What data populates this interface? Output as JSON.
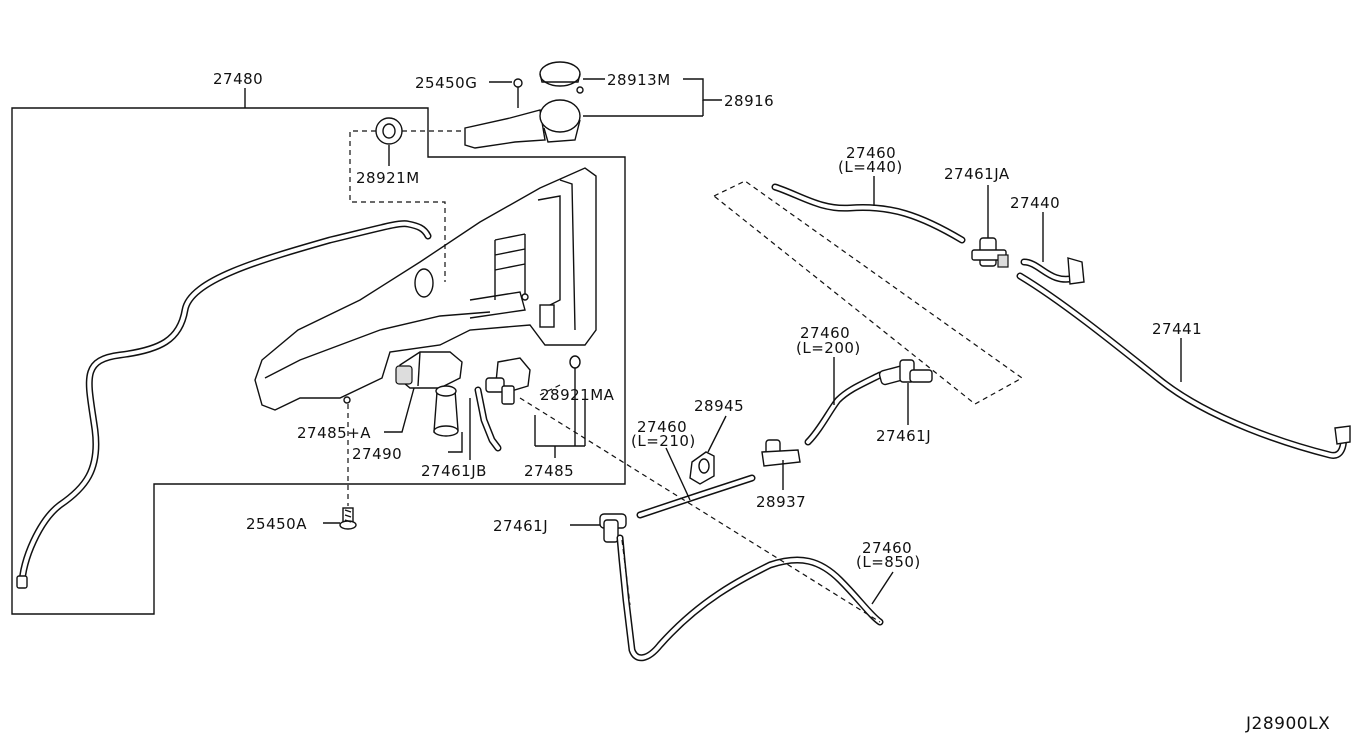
{
  "diagram": {
    "drawing_id": "J28900LX",
    "labels": {
      "p27480": "27480",
      "p25450G": "25450G",
      "p28913M": "28913M",
      "p28916": "28916",
      "p28921M": "28921M",
      "p27460_440": "27460",
      "p27460_440_len": "(L=440)",
      "p27461JA": "27461JA",
      "p27440": "27440",
      "p27441": "27441",
      "p27460_200": "27460",
      "p27460_200_len": "(L=200)",
      "p28921MA": "28921MA",
      "p28945": "28945",
      "p27460_210": "27460",
      "p27460_210_len": "(L=210)",
      "p27485A": "27485+A",
      "p27461J_right": "27461J",
      "p27490": "27490",
      "p27461JB": "27461JB",
      "p27485": "27485",
      "p28937": "28937",
      "p25450A": "25450A",
      "p27461J_left": "27461J",
      "p27460_850": "27460",
      "p27460_850_len": "(L=850)"
    }
  }
}
